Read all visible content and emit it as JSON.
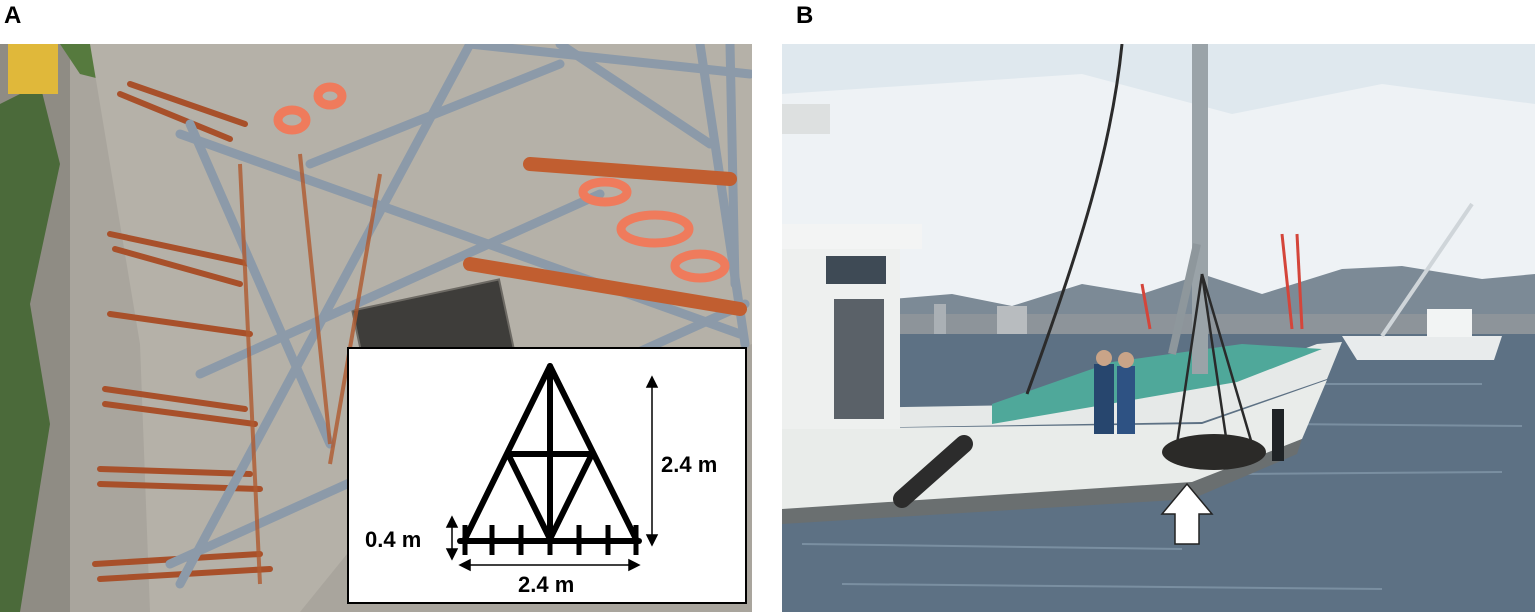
{
  "panels": {
    "a": {
      "label": "A"
    },
    "b": {
      "label": "B"
    }
  },
  "inset": {
    "height_label": "2.4 m",
    "base_label": "2.4 m",
    "leg_label": "0.4 m"
  },
  "colors": {
    "rust": "#b8542a",
    "steel": "#8a98a8",
    "orange_ring": "#f07a5a",
    "concrete": "#a8a49c",
    "sea": "#5a6e80",
    "sky": "#e8eef2",
    "hull": "#e9eceb",
    "deck_green": "#4fa89a"
  }
}
